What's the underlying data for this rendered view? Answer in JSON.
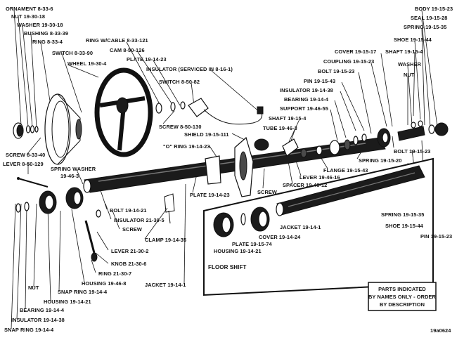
{
  "labels": {
    "ornament": "ORNAMENT 8-33-6",
    "nut_top": "NUT 19-30-18",
    "washer_top": "WASHER 19-30-18",
    "bushing": "BUSHING 8-33-39",
    "ring": "RING 8-33-4",
    "switch_horn": "SWITCH 8-33-90",
    "wheel": "WHEEL 19-30-4",
    "ring_cable": "RING W/CABLE 8-33-121",
    "cam": "CAM 8-50-126",
    "plate_top": "PLATE 19-14-23",
    "insulator_serviced": "INSULATOR (SERVICED IN 8-16-1)",
    "switch_signal": "SWITCH 8-50-82",
    "body": "BODY 19-15-23",
    "seal": "SEAL 19-15-28",
    "spring_r1": "SPRING 19-15-35",
    "shoe_r1": "SHOE 19-15-44",
    "shaft_r": "SHAFT 19-15-4",
    "washer_r": "WASHER",
    "nut_r": "NUT",
    "cover": "COVER 19-15-17",
    "coupling": "COUPLING 19-15-23",
    "bolt_mid": "BOLT 19-15-23",
    "pin_mid": "PIN 19-15-43",
    "insulator_mid": "INSULATOR 19-14-38",
    "bearing_mid": "BEARING 19-14-4",
    "support": "SUPPORT 19-46-55",
    "shaft_mid": "SHAFT 19-15-4",
    "tube": "TUBE 19-46-3",
    "screw_left": "SCREW 8-33-40",
    "lever_left": "LEVER 8-50-129",
    "spring_washer": "SPRING WASHER",
    "spring_washer_num": "19-46-3",
    "screw_mid": "SCREW 8-50-130",
    "shield": "SHIELD 19-15-111",
    "o_ring": "\"O\" RING 19-14-23",
    "bolt_r": "BOLT 19-15-23",
    "spring_r2": "SPRING 19-15-20",
    "flange": "FLANGE 19-15-43",
    "lever_mid": "LEVER 19-46-16",
    "spacer": "SPACER 19-46-12",
    "screw_center": "SCREW",
    "plate_mid": "PLATE 19-14-23",
    "bolt_left": "BOLT 19-14-21",
    "insulator_left": "INSULATOR 21-30-5",
    "screw_left2": "SCREW",
    "clamp": "CLAMP 19-14-35",
    "lever_shift": "LEVER 21-30-2",
    "knob": "KNOB 21-30-6",
    "ring_shift": "RING 21-30-7",
    "housing_shift": "HOUSING 19-46-8",
    "snap_ring_mid": "SNAP RING 19-14-4",
    "housing_low": "HOUSING 19-14-21",
    "nut_low": "NUT",
    "bearing_low": "BEARING 19-14-4",
    "insulator_low": "INSULATOR 19-14-38",
    "snap_ring_low": "SNAP RING 19-14-4",
    "jacket_low": "JACKET 19-14-1",
    "jacket_inset": "JACKET 19-14-1",
    "cover_inset": "COVER 19-14-24",
    "plate_inset": "PLATE 19-15-74",
    "housing_inset": "HOUSING 19-14-21",
    "floor_shift": "FLOOR SHIFT",
    "spring_r3": "SPRING 19-15-35",
    "shoe_r3": "SHOE 19-15-44",
    "pin_r3": "PIN 19-15-23",
    "note_line1": "PARTS INDICATED",
    "note_line2": "BY NAMES ONLY - ORDER",
    "note_line3": "BY DESCRIPTION",
    "figure_code": "19a0624"
  }
}
